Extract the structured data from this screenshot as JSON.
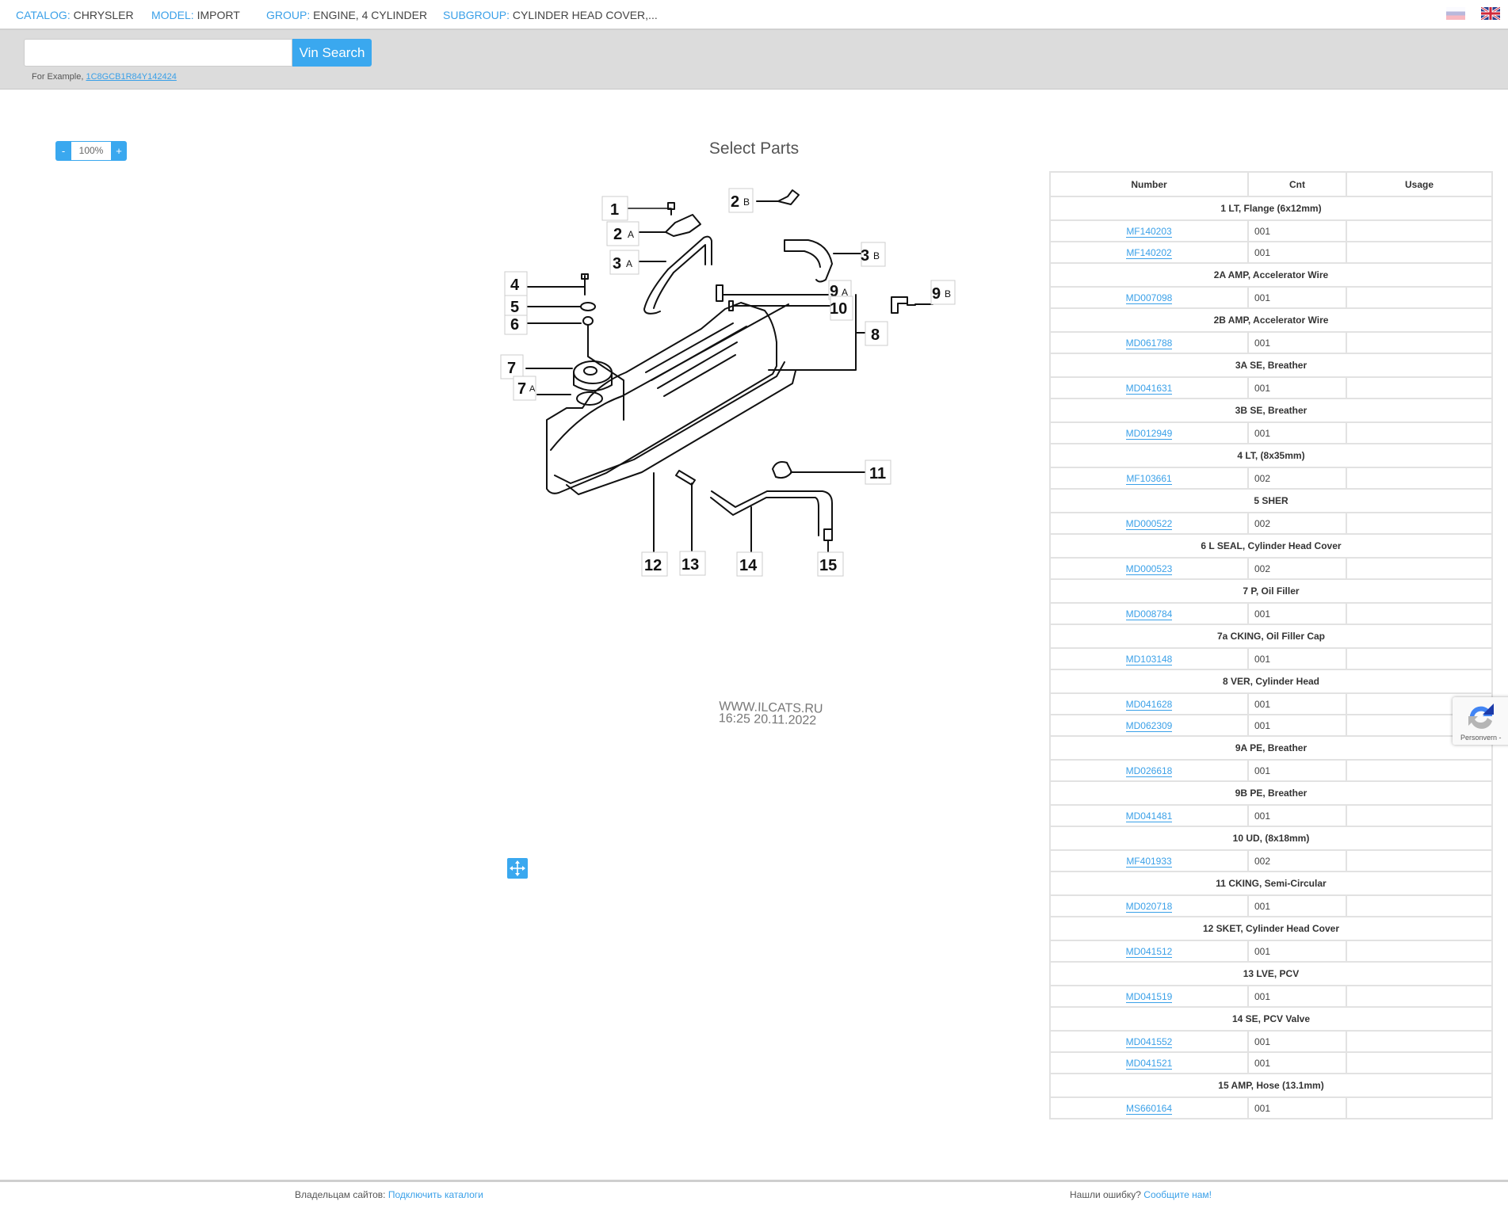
{
  "breadcrumbs": [
    {
      "key": "CATALOG:",
      "value": "CHRYSLER"
    },
    {
      "key": "MODEL:",
      "value": "IMPORT"
    },
    {
      "key": "GROUP:",
      "value": "ENGINE, 4 CYLINDER"
    },
    {
      "key": "SUBGROUP:",
      "value": "CYLINDER HEAD COVER,..."
    }
  ],
  "languages": [
    "ru-flag-icon",
    "uk-flag-icon"
  ],
  "search": {
    "value": "",
    "placeholder": "",
    "button_label": "Vin Search",
    "example_prefix": "For Example,",
    "example_vin": "1C8GCB1R84Y142424"
  },
  "zoom": {
    "minus": "-",
    "value": "100%",
    "plus": "+"
  },
  "page_title": "Select Parts",
  "diagram": {
    "callouts": [
      {
        "num": "1",
        "suffix": ""
      },
      {
        "num": "2",
        "suffix": "A"
      },
      {
        "num": "2",
        "suffix": "B"
      },
      {
        "num": "3",
        "suffix": "A"
      },
      {
        "num": "3",
        "suffix": "B"
      },
      {
        "num": "4",
        "suffix": ""
      },
      {
        "num": "5",
        "suffix": ""
      },
      {
        "num": "6",
        "suffix": ""
      },
      {
        "num": "7",
        "suffix": ""
      },
      {
        "num": "7",
        "suffix": "A"
      },
      {
        "num": "8",
        "suffix": ""
      },
      {
        "num": "9",
        "suffix": "A"
      },
      {
        "num": "9",
        "suffix": "B"
      },
      {
        "num": "10",
        "suffix": ""
      },
      {
        "num": "11",
        "suffix": ""
      },
      {
        "num": "12",
        "suffix": ""
      },
      {
        "num": "13",
        "suffix": ""
      },
      {
        "num": "14",
        "suffix": ""
      },
      {
        "num": "15",
        "suffix": ""
      }
    ],
    "watermark_line1": "WWW.ILCATS.RU",
    "watermark_line2": "16:25 20.11.2022",
    "move_icon": "move-arrows-icon"
  },
  "table": {
    "headers": [
      "Number",
      "Cnt",
      "Usage"
    ],
    "groups": [
      {
        "title": "1 LT, Flange (6x12mm)",
        "parts": [
          {
            "number": "MF140203",
            "cnt": "001",
            "usage": ""
          },
          {
            "number": "MF140202",
            "cnt": "001",
            "usage": ""
          }
        ]
      },
      {
        "title": "2A AMP, Accelerator Wire",
        "parts": [
          {
            "number": "MD007098",
            "cnt": "001",
            "usage": ""
          }
        ]
      },
      {
        "title": "2B AMP, Accelerator Wire",
        "parts": [
          {
            "number": "MD061788",
            "cnt": "001",
            "usage": ""
          }
        ]
      },
      {
        "title": "3A SE, Breather",
        "parts": [
          {
            "number": "MD041631",
            "cnt": "001",
            "usage": ""
          }
        ]
      },
      {
        "title": "3B SE, Breather",
        "parts": [
          {
            "number": "MD012949",
            "cnt": "001",
            "usage": ""
          }
        ]
      },
      {
        "title": "4 LT, (8x35mm)",
        "parts": [
          {
            "number": "MF103661",
            "cnt": "002",
            "usage": ""
          }
        ]
      },
      {
        "title": "5 SHER",
        "parts": [
          {
            "number": "MD000522",
            "cnt": "002",
            "usage": ""
          }
        ]
      },
      {
        "title": "6 L SEAL, Cylinder Head Cover",
        "parts": [
          {
            "number": "MD000523",
            "cnt": "002",
            "usage": ""
          }
        ]
      },
      {
        "title": "7 P, Oil Filler",
        "parts": [
          {
            "number": "MD008784",
            "cnt": "001",
            "usage": ""
          }
        ]
      },
      {
        "title": "7a CKING, Oil Filler Cap",
        "parts": [
          {
            "number": "MD103148",
            "cnt": "001",
            "usage": ""
          }
        ]
      },
      {
        "title": "8 VER, Cylinder Head",
        "parts": [
          {
            "number": "MD041628",
            "cnt": "001",
            "usage": ""
          },
          {
            "number": "MD062309",
            "cnt": "001",
            "usage": ""
          }
        ]
      },
      {
        "title": "9A PE, Breather",
        "parts": [
          {
            "number": "MD026618",
            "cnt": "001",
            "usage": ""
          }
        ]
      },
      {
        "title": "9B PE, Breather",
        "parts": [
          {
            "number": "MD041481",
            "cnt": "001",
            "usage": ""
          }
        ]
      },
      {
        "title": "10 UD, (8x18mm)",
        "parts": [
          {
            "number": "MF401933",
            "cnt": "002",
            "usage": ""
          }
        ]
      },
      {
        "title": "11 CKING, Semi-Circular",
        "parts": [
          {
            "number": "MD020718",
            "cnt": "001",
            "usage": ""
          }
        ]
      },
      {
        "title": "12 SKET, Cylinder Head Cover",
        "parts": [
          {
            "number": "MD041512",
            "cnt": "001",
            "usage": ""
          }
        ]
      },
      {
        "title": "13 LVE, PCV",
        "parts": [
          {
            "number": "MD041519",
            "cnt": "001",
            "usage": ""
          }
        ]
      },
      {
        "title": "14 SE, PCV Valve",
        "parts": [
          {
            "number": "MD041552",
            "cnt": "001",
            "usage": ""
          },
          {
            "number": "MD041521",
            "cnt": "001",
            "usage": ""
          }
        ]
      },
      {
        "title": "15 AMP, Hose (13.1mm)",
        "parts": [
          {
            "number": "MS660164",
            "cnt": "001",
            "usage": ""
          }
        ]
      }
    ]
  },
  "recaptcha": {
    "text": "Personvern -"
  },
  "footer": {
    "left_label": "Владельцам сайтов:",
    "left_link": "Подключить каталоги",
    "right_label": "Нашли ошибку?",
    "right_link": "Сообщите нам!"
  },
  "colors": {
    "accent": "#3aa8ef",
    "link": "#3aa0e8",
    "band": "#dcdcdc"
  }
}
